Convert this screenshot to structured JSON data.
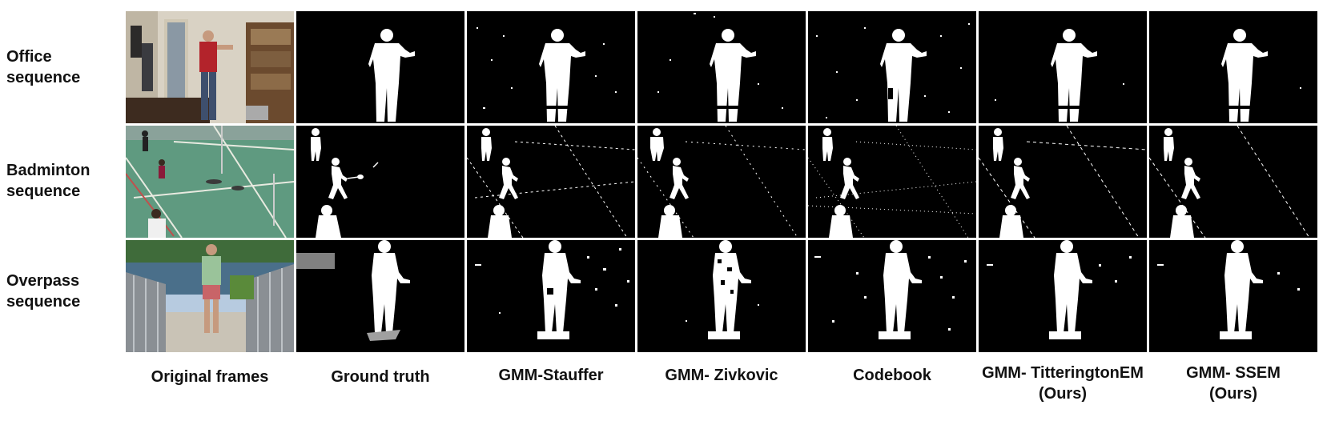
{
  "rows": [
    {
      "line1": "Office",
      "line2": "sequence"
    },
    {
      "line1": "Badminton",
      "line2": "sequence"
    },
    {
      "line1": "Overpass",
      "line2": "sequence"
    }
  ],
  "columns": [
    {
      "line1": "Original frames",
      "line2": ""
    },
    {
      "line1": "Ground truth",
      "line2": ""
    },
    {
      "line1": "GMM-Stauffer",
      "line2": ""
    },
    {
      "line1": "GMM- Zivkovic",
      "line2": ""
    },
    {
      "line1": "Codebook",
      "line2": ""
    },
    {
      "line1": "GMM- TitteringtonEM",
      "line2": "(Ours)"
    },
    {
      "line1": "GMM- SSEM",
      "line2": "(Ours)"
    }
  ],
  "colors": {
    "foreground": "#ffffff",
    "background": "#000000",
    "court": "#5f9a80",
    "sky": "#b7cbe0"
  }
}
